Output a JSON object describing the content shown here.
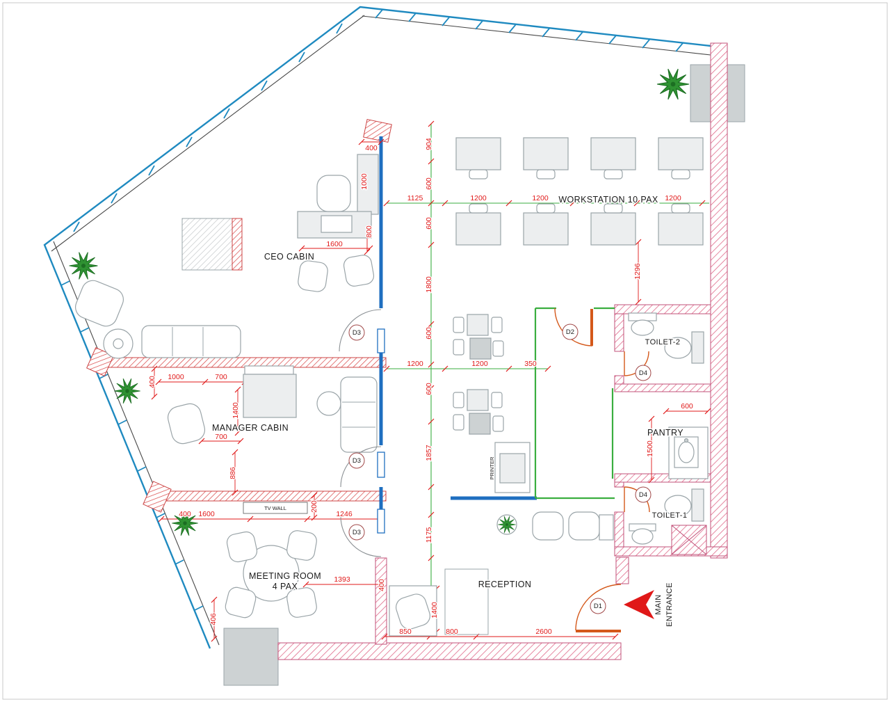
{
  "drawing": {
    "rooms": {
      "workstation": "WORKSTATION  10 PAX",
      "ceo": "CEO CABIN",
      "manager": "MANAGER CABIN",
      "meeting_line1": "MEETING ROOM",
      "meeting_line2": "4 PAX",
      "reception": "RECEPTION",
      "pantry": "PANTRY",
      "toilet1": "TOILET-1",
      "toilet2": "TOILET-2"
    },
    "annotations": {
      "tv_wall": "TV WALL",
      "printer": "PRINTER",
      "main_entrance_line1": "MAIN",
      "main_entrance_line2": "ENTRANCE"
    },
    "doors": {
      "d1": "D1",
      "d2": "D2",
      "d3": "D3",
      "d4": "D4"
    },
    "dims": {
      "200": "200",
      "350": "350",
      "400": "400",
      "406": "406",
      "600": "600",
      "700": "700",
      "800": "800",
      "850": "850",
      "886": "886",
      "904": "904",
      "1000": "1000",
      "1125": "1125",
      "1175": "1175",
      "1200": "1200",
      "1246": "1246",
      "1296": "1296",
      "1393": "1393",
      "1400": "1400",
      "1500": "1500",
      "1600": "1600",
      "1800": "1800",
      "1857": "1857",
      "2600": "2600"
    }
  },
  "colors": {
    "glass_wall_blue": "#1f8ac0",
    "masonry_hatch_pink": "#e06a8a",
    "partition_hatch_red": "#d84040",
    "dimension_red": "#e01818",
    "centerline_green": "#3aae3f",
    "door_leaf_orange": "#d4581a",
    "partition_blue": "#1f6fc0",
    "furniture_gray": "#9aa4a8",
    "column_gray": "#cdd2d3",
    "text_black": "#1a1a1a"
  }
}
